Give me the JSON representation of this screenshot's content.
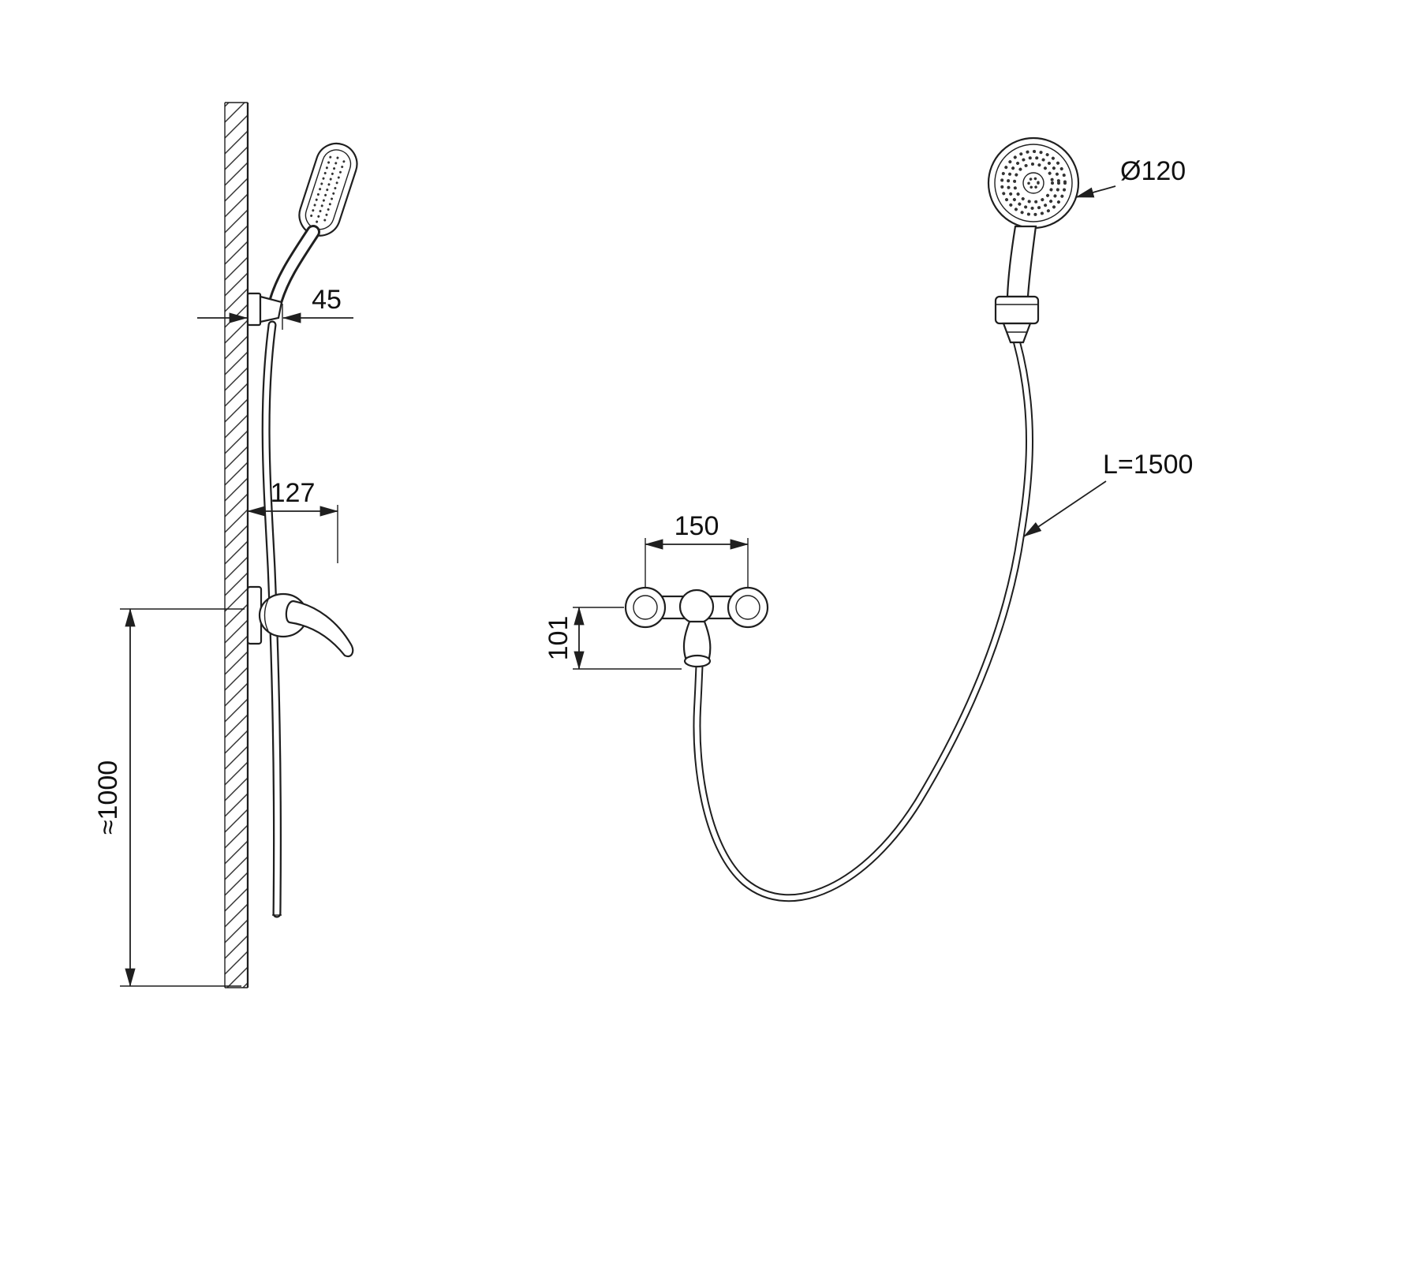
{
  "drawing": {
    "type": "technical-drawing",
    "background_color": "#ffffff",
    "line_color": "#1f1f1f",
    "labels": {
      "bracket_depth": "45",
      "mixer_projection": "127",
      "mount_height": "≈1000",
      "head_diameter": "Ø120",
      "hose_length": "L=1500",
      "connection_spacing": "150",
      "body_height": "101"
    }
  }
}
